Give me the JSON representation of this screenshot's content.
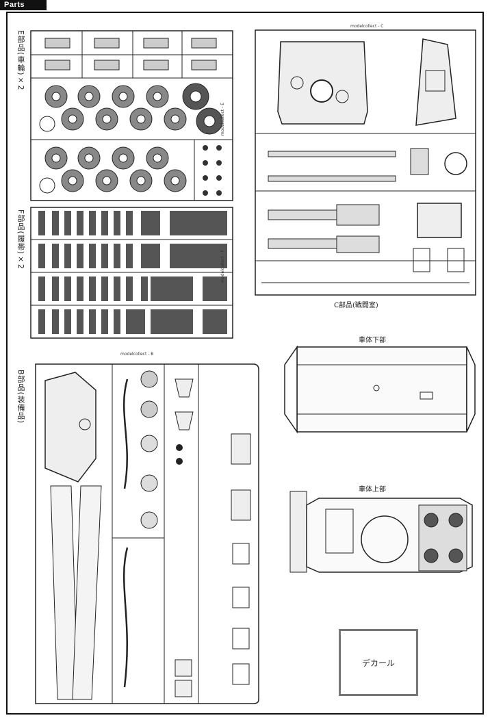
{
  "header": {
    "title": "Parts"
  },
  "sprues": {
    "E": {
      "label": "E部品(車輪)×2",
      "tag": "modelcollect - E"
    },
    "F": {
      "label": "F部品(履帯)×2",
      "tag": "modelcollect - F"
    },
    "C": {
      "label": "C部品(戦闘室)",
      "tag": "modelcollect - C"
    },
    "B": {
      "label": "B部品(装備品)",
      "tag": "modelcollect - B"
    }
  },
  "hull": {
    "lower_label": "車体下部",
    "upper_label": "車体上部"
  },
  "decal": {
    "label": "デカール"
  }
}
